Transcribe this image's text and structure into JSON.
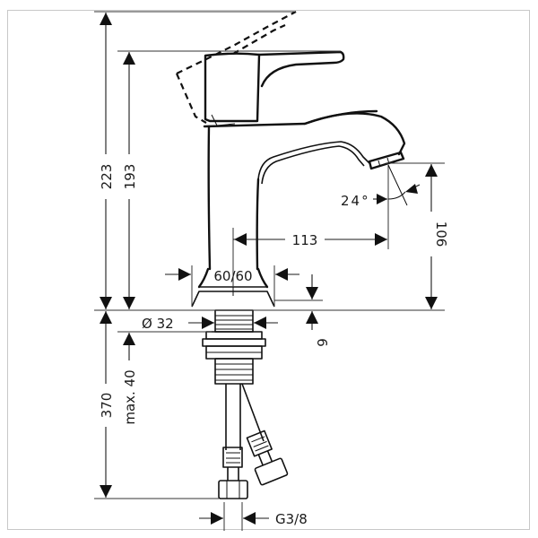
{
  "drawing": {
    "title": "Basin mixer tap technical dimension drawing",
    "units": "mm",
    "dimensions": {
      "overall_height_lever_raised": "223",
      "height_to_lever": "193",
      "spout_height": "106",
      "spout_reach": "113",
      "spout_angle": "24°",
      "base_footprint": "60/60",
      "base_thickness": "6",
      "shank_diameter": "Ø 32",
      "max_deck_thickness": "max. 40",
      "hose_length": "370",
      "hose_connection": "G3/8"
    },
    "colors": {
      "line": "#111111",
      "frame": "#c8c8c8",
      "background": "#ffffff"
    }
  }
}
